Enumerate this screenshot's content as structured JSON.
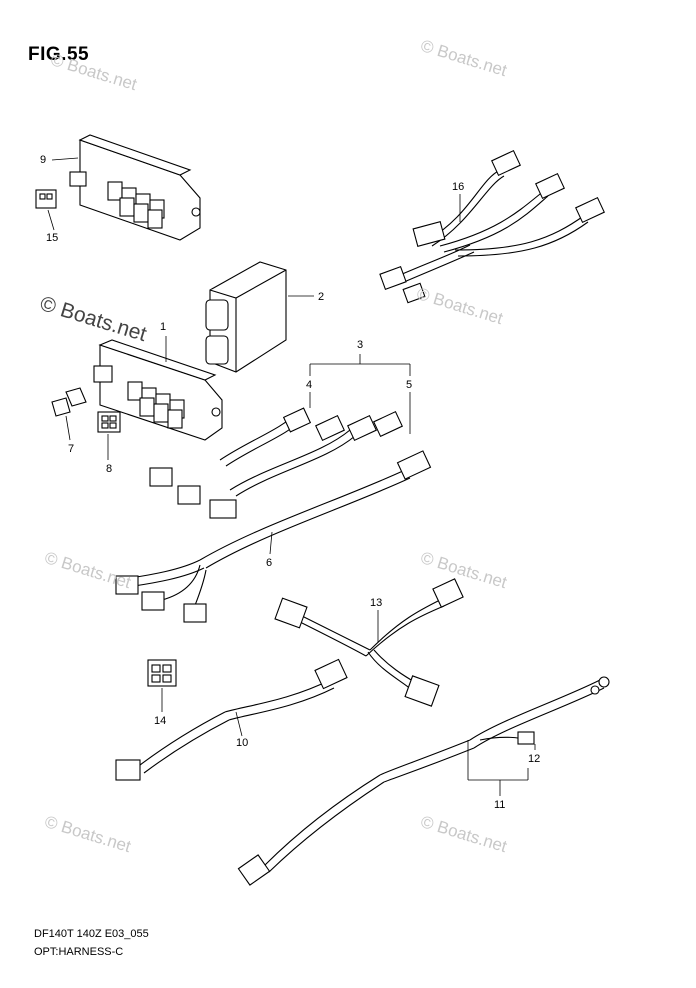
{
  "figure": {
    "title": "FIG.55",
    "footer_code": "DF140T 140Z E03_055",
    "footer_name": "OPT:HARNESS-C"
  },
  "watermark_text": "© Boats.net",
  "callouts": [
    "1",
    "2",
    "3",
    "4",
    "5",
    "6",
    "7",
    "8",
    "9",
    "10",
    "11",
    "12",
    "13",
    "14",
    "15",
    "16"
  ],
  "colors": {
    "line": "#000000",
    "watermark": "#c8c8c8",
    "background": "#ffffff"
  }
}
